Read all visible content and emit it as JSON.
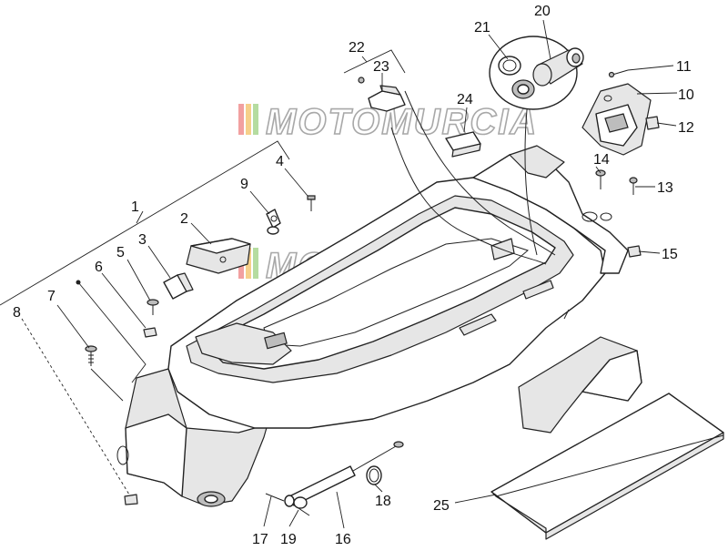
{
  "diagram": {
    "watermark": "MOTOMURCIA",
    "callouts": [
      {
        "id": "1",
        "text": "1"
      },
      {
        "id": "2",
        "text": "2"
      },
      {
        "id": "3",
        "text": "3"
      },
      {
        "id": "4",
        "text": "4"
      },
      {
        "id": "5",
        "text": "5"
      },
      {
        "id": "6",
        "text": "6"
      },
      {
        "id": "7",
        "text": "7"
      },
      {
        "id": "8",
        "text": "8"
      },
      {
        "id": "9",
        "text": "9"
      },
      {
        "id": "10",
        "text": "10"
      },
      {
        "id": "11",
        "text": "11"
      },
      {
        "id": "12",
        "text": "12"
      },
      {
        "id": "13",
        "text": "13"
      },
      {
        "id": "14",
        "text": "14"
      },
      {
        "id": "15",
        "text": "15"
      },
      {
        "id": "16",
        "text": "16"
      },
      {
        "id": "17",
        "text": "17"
      },
      {
        "id": "18",
        "text": "18"
      },
      {
        "id": "19",
        "text": "19"
      },
      {
        "id": "20",
        "text": "20"
      },
      {
        "id": "21",
        "text": "21"
      },
      {
        "id": "22",
        "text": "22"
      },
      {
        "id": "23",
        "text": "23"
      },
      {
        "id": "24",
        "text": "24"
      },
      {
        "id": "25",
        "text": "25"
      }
    ]
  }
}
